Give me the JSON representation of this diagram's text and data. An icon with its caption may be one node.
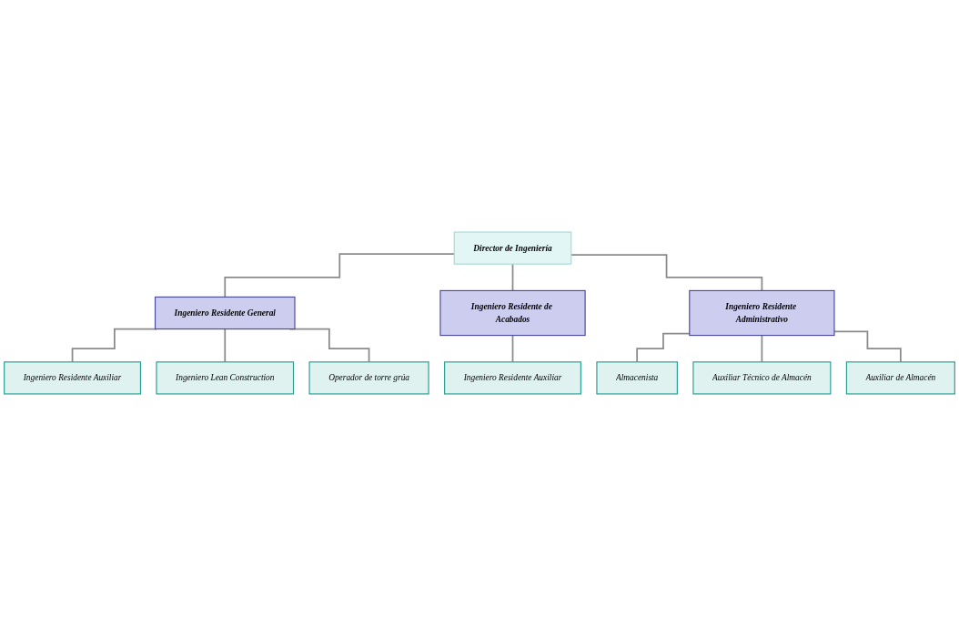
{
  "diagram": {
    "nodes": [
      {
        "text": [
          "Director de Ingeniería"
        ]
      },
      {
        "text": [
          "Ingeniero Residente General"
        ]
      },
      {
        "text": [
          "Ingeniero Residente de Acabados"
        ]
      },
      {
        "text": [
          "Ingeniero Residente Administrativo"
        ]
      },
      {
        "text": [
          "Ingeniero Residente Auxiliar"
        ]
      },
      {
        "text": [
          "Ingeniero Lean Construction"
        ]
      },
      {
        "text": [
          "Operador de torre grúa"
        ]
      },
      {
        "text": [
          "Ingeniero Residente Auxiliar"
        ]
      },
      {
        "text": [
          "Almacenista"
        ]
      },
      {
        "text": [
          "Auxiliar Técnico de Almacén"
        ]
      },
      {
        "text": [
          "Auxiliar de Almacén"
        ]
      }
    ],
    "edges": [
      {
        "from": 0,
        "to": 1,
        "arrow": "none"
      },
      {
        "from": 0,
        "to": 2,
        "arrow": "none"
      },
      {
        "from": 0,
        "to": 3,
        "arrow": "none"
      },
      {
        "from": 1,
        "to": 4,
        "arrow": "none"
      },
      {
        "from": 1,
        "to": 5,
        "arrow": "none"
      },
      {
        "from": 1,
        "to": 6,
        "arrow": "none"
      },
      {
        "from": 2,
        "to": 7,
        "arrow": "none"
      },
      {
        "from": 3,
        "to": 8,
        "arrow": "none"
      },
      {
        "from": 3,
        "to": 9,
        "arrow": "none"
      },
      {
        "from": 3,
        "to": 10,
        "arrow": "none"
      }
    ]
  }
}
